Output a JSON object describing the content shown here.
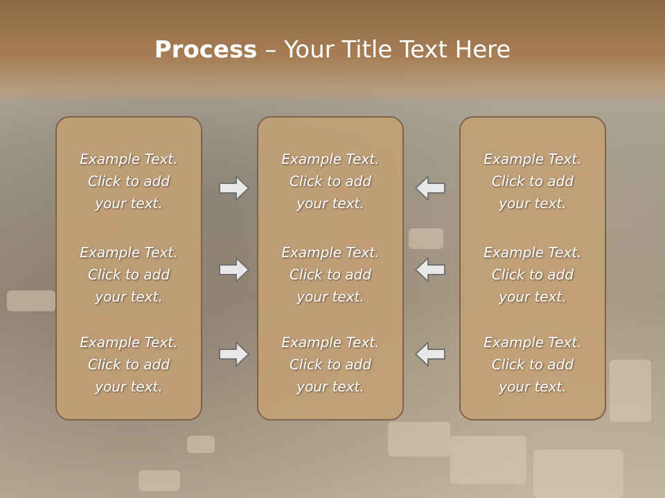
{
  "slide": {
    "title_bold": "Process",
    "title_rest": " – Your Title Text Here"
  },
  "panels": [
    {
      "items": [
        {
          "line1": "Example Text.",
          "line2": "Click  to add",
          "line3": "your text."
        },
        {
          "line1": "Example Text.",
          "line2": "Click  to add",
          "line3": "your text."
        },
        {
          "line1": "Example Text.",
          "line2": "Click  to add",
          "line3": "your text."
        }
      ]
    },
    {
      "items": [
        {
          "line1": "Example Text.",
          "line2": "Click  to add",
          "line3": "your text."
        },
        {
          "line1": "Example Text.",
          "line2": "Click  to add",
          "line3": "your text."
        },
        {
          "line1": "Example Text.",
          "line2": "Click  to add",
          "line3": "your text."
        }
      ]
    },
    {
      "items": [
        {
          "line1": "Example Text.",
          "line2": "Click  to add",
          "line3": "your text."
        },
        {
          "line1": "Example Text.",
          "line2": "Click  to add",
          "line3": "your text."
        },
        {
          "line1": "Example Text.",
          "line2": "Click  to add",
          "line3": "your text."
        }
      ]
    }
  ],
  "arrows": {
    "left_group": "arrow-right-icon",
    "right_group": "arrow-left-icon"
  },
  "colors": {
    "banner": "#a67e55",
    "panel_fill": "#c4a076",
    "panel_border": "#7d6249",
    "text": "#ffffff"
  }
}
